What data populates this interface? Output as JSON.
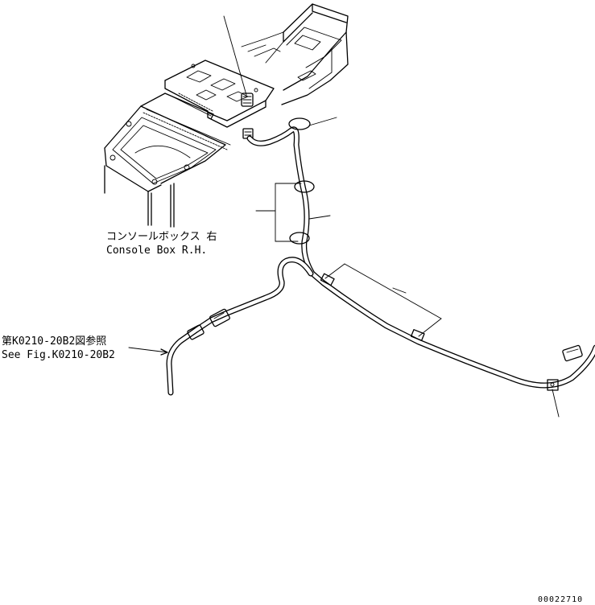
{
  "labels": {
    "console_jp": "コンソールボックス 右",
    "console_en": "Console Box R.H.",
    "ref_jp": "第K0210-20B2図参照",
    "ref_en": "See Fig.K0210-20B2"
  },
  "drawing_number": "00022710"
}
